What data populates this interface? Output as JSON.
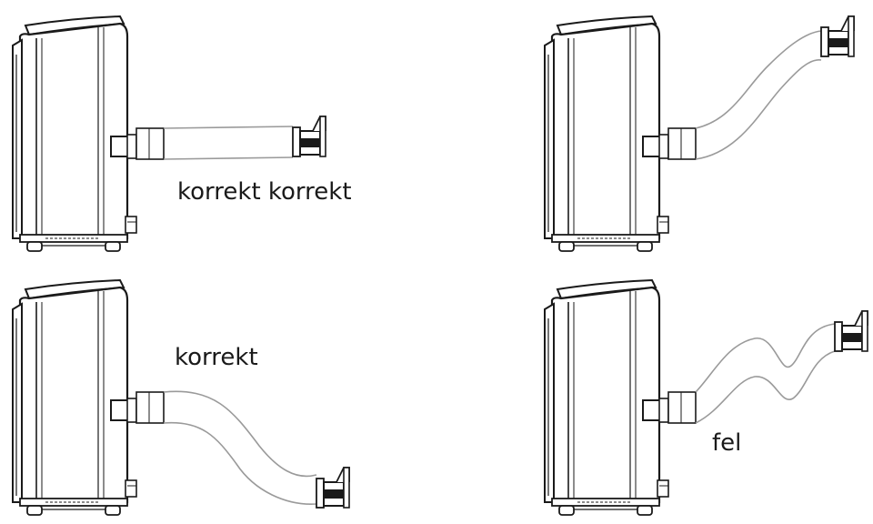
{
  "labels": {
    "top_left": "korrekt korrekt",
    "bottom_left": "korrekt",
    "bottom_right": "fel"
  },
  "colors": {
    "stroke": "#1a1a1a",
    "hose": "#9a9a9a",
    "background": "#ffffff"
  },
  "panels": [
    {
      "id": "top-left",
      "hose": "straight",
      "label": "korrekt korrekt"
    },
    {
      "id": "top-right",
      "hose": "curved-up",
      "label": ""
    },
    {
      "id": "bottom-left",
      "hose": "curved-down",
      "label": "korrekt"
    },
    {
      "id": "bottom-right",
      "hose": "wavy",
      "label": "fel"
    }
  ]
}
